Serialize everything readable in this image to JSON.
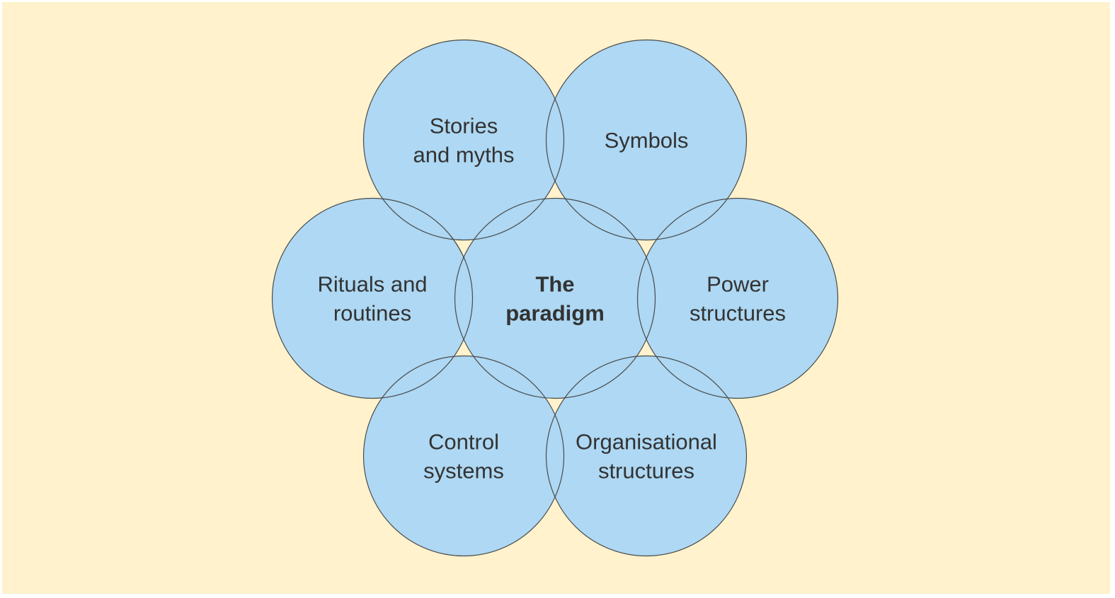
{
  "colors": {
    "background": "#fff2cc",
    "circle_fill": "#aed8f3",
    "circle_stroke": "#4a4a4a",
    "text": "#333333"
  },
  "center": {
    "lines": [
      "The",
      "paradigm"
    ]
  },
  "elements": [
    {
      "id": "stories",
      "lines": [
        "Stories",
        "and myths"
      ]
    },
    {
      "id": "symbols",
      "lines": [
        "Symbols"
      ]
    },
    {
      "id": "rituals",
      "lines": [
        "Rituals and",
        "routines"
      ]
    },
    {
      "id": "power",
      "lines": [
        "Power",
        "structures"
      ]
    },
    {
      "id": "control",
      "lines": [
        "Control",
        "systems"
      ]
    },
    {
      "id": "organisational",
      "lines": [
        "Organisational",
        "structures"
      ]
    }
  ]
}
